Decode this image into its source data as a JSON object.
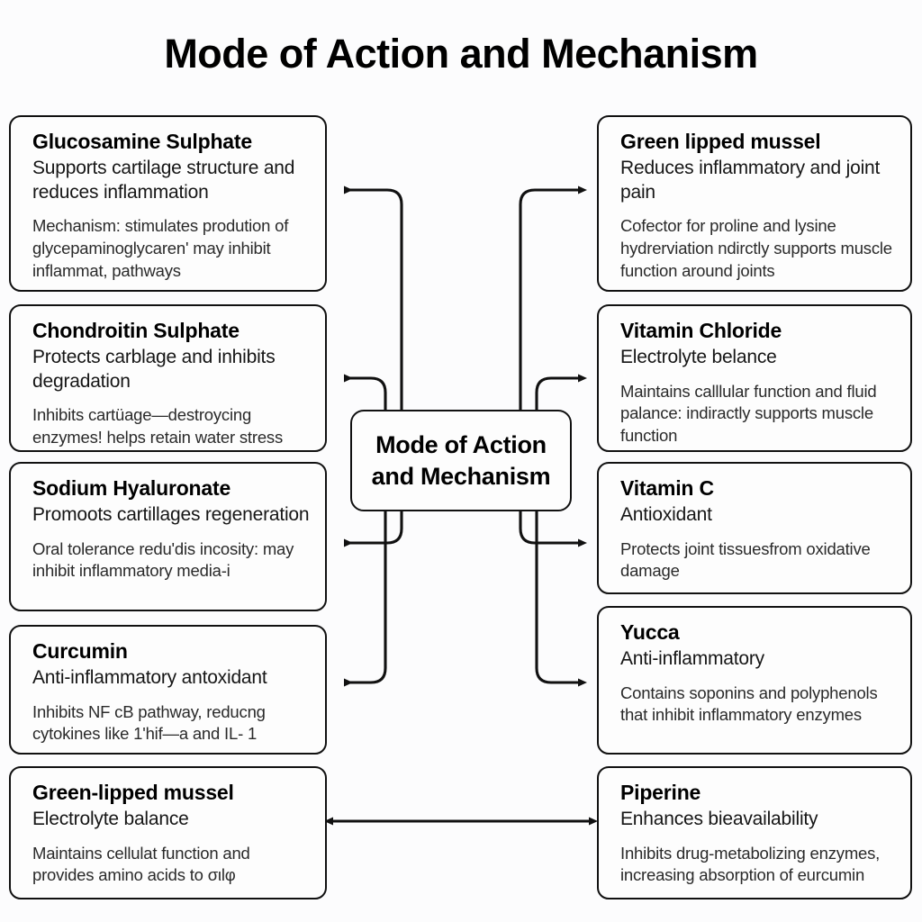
{
  "page": {
    "title": "Mode of Action and Mechanism",
    "background_color": "#fcfcfd",
    "line_color": "#111111",
    "text_color": "#0b0b0b"
  },
  "center_node": {
    "label": "Mode of Action\nand Mechanism",
    "line1": "Mode of Action",
    "line2": "and Mechanism"
  },
  "left_column": [
    {
      "title": "Glucosamine Sulphate",
      "subtitle": "Supports cartilage structure and reduces inflammation",
      "mechanism": "Mechanism: stimulates prodution of glycepaminoglycaren' may inhibit inflammat, pathways"
    },
    {
      "title": "Chondroitin Sulphate",
      "subtitle": "Protects carblage and inhibits degradation",
      "mechanism": "Inhibits cartüage—destroycing enzymes! helps retain water stress"
    },
    {
      "title": "Sodium Hyaluronate",
      "subtitle": "Promoots cartillages regeneration",
      "mechanism": "Oral tolerance redu'dis incosity: may inhibit inflammatory media-i"
    },
    {
      "title": "Curcumin",
      "subtitle": "Anti-inflammatory antoxidant",
      "mechanism": "Inhibits NF cB pathway, reducng cytokines like 1'hif—a and IL- 1"
    },
    {
      "title": "Green-lipped mussel",
      "subtitle": "Electrolyte balance",
      "mechanism": "Maintains cellulat function and provides amino acids to σιlφ"
    }
  ],
  "right_column": [
    {
      "title": "Green lipped mussel",
      "subtitle": "Reduces inflammatory and joint pain",
      "mechanism": "Cofector for proline and lysine hydrerviation ndirctly supports muscle function around joints"
    },
    {
      "title": "Vitamin Chloride",
      "subtitle": "Electrolyte belance",
      "mechanism": "Maintains calllular function and fluid palance: indiractly supports muscle function"
    },
    {
      "title": "Vitamin C",
      "subtitle": "Antioxidant",
      "mechanism": "Protects joint tissuesfrom oxidative damage"
    },
    {
      "title": "Yucca",
      "subtitle": "Anti-inflammatory",
      "mechanism": "Contains soponins and polyphenols that inhibit inflammatory enzymes"
    },
    {
      "title": "Piperine",
      "subtitle": "Enhances bieavailability",
      "mechanism": "Inhibits drug-metabolizing enzymes, increasing absorption of eurcumin"
    }
  ]
}
